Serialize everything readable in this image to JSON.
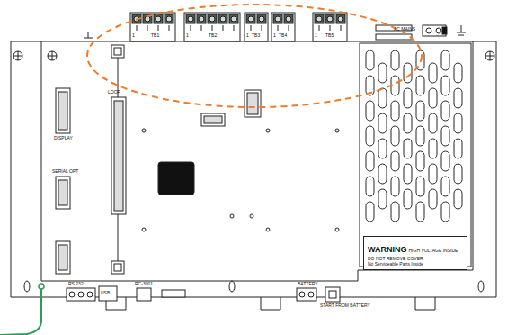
{
  "diagram": {
    "nodes": [
      {
        "text": [
          "WARNING",
          "HIGH VOLTAGE INSIDE",
          "DO NOT REMOVE COVER",
          "No Serviceable Parts Inside"
        ]
      }
    ],
    "labels": [
      "DISPLAY",
      "SERIAL OPT",
      "LOOP",
      "RS 232",
      "USB",
      "RC-3001",
      "BATTERY",
      "START FROM BATTERY",
      "AC MAINS",
      "1",
      "TB1",
      "1",
      "TB2",
      "1",
      "TB3",
      "1",
      "TB4",
      "1",
      "TB5"
    ]
  }
}
